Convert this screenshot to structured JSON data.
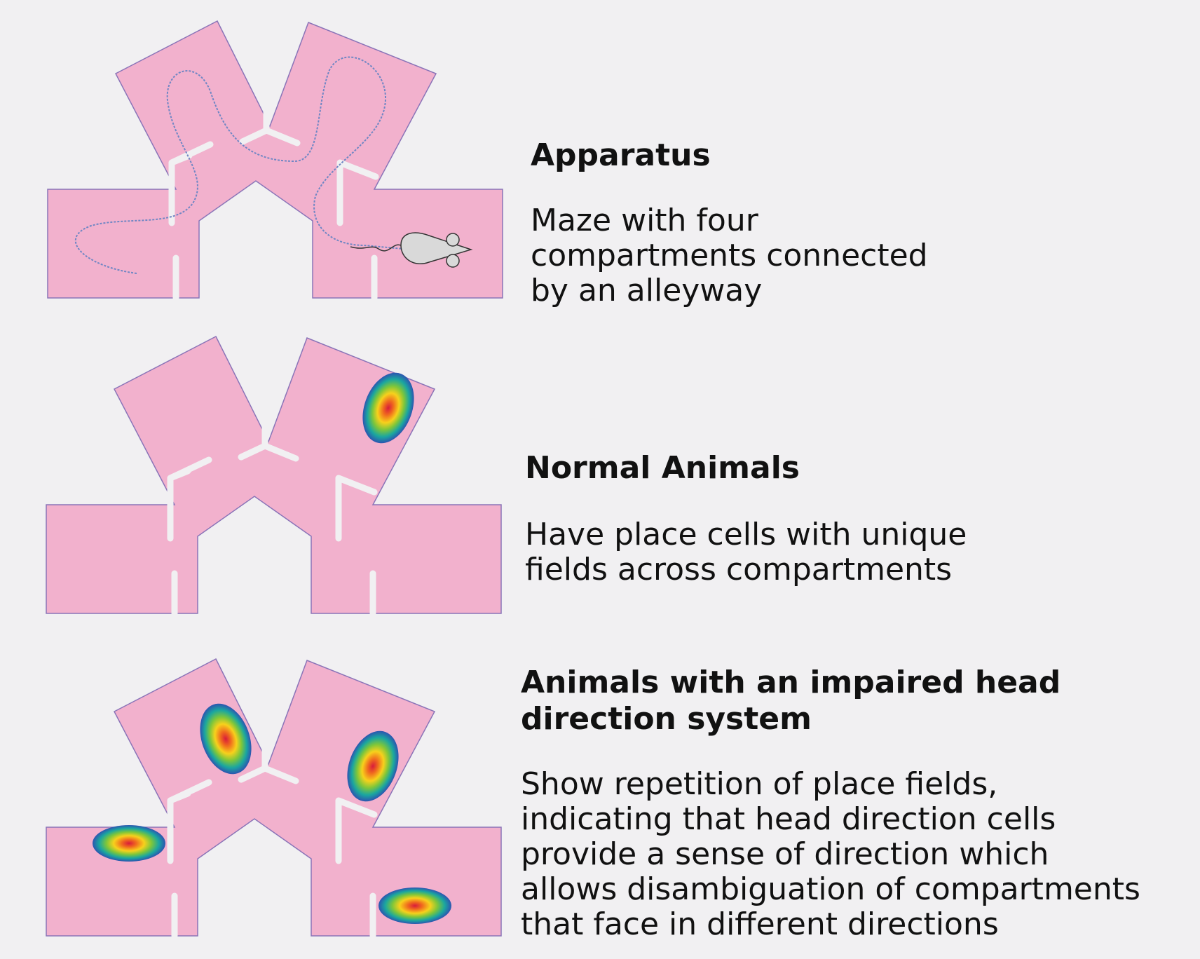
{
  "panels": [
    {
      "id": "apparatus",
      "title": "Apparatus",
      "description": "Maze with four\ncompartments connected\nby an alleyway",
      "show_path": true,
      "show_mouse": true,
      "place_fields": []
    },
    {
      "id": "normal-animals",
      "title": "Normal Animals",
      "description": "Have place cells with unique\nfields across compartments",
      "show_path": false,
      "show_mouse": false,
      "place_fields": [
        "upper-right"
      ]
    },
    {
      "id": "impaired-animals",
      "title": "Animals with an impaired head\ndirection system",
      "description": "Show repetition of place fields,\nindicating that head direction cells\nprovide a sense of direction which\nallows disambiguation of compartments\nthat face in different directions",
      "show_path": false,
      "show_mouse": false,
      "place_fields": [
        "upper-left",
        "upper-right",
        "lower-left",
        "lower-right"
      ]
    }
  ],
  "colors": {
    "maze_fill": "#f2b1cd",
    "maze_outline": "#8a74b8",
    "background": "#f1f0f2",
    "text": "#111111",
    "path": "#6f86c4",
    "mouse_fill": "#d9d9d9",
    "heatmap": [
      "#d81b3c",
      "#f06a1e",
      "#f7d11c",
      "#7ec63a",
      "#1aa6a0",
      "#2c55b0"
    ]
  }
}
